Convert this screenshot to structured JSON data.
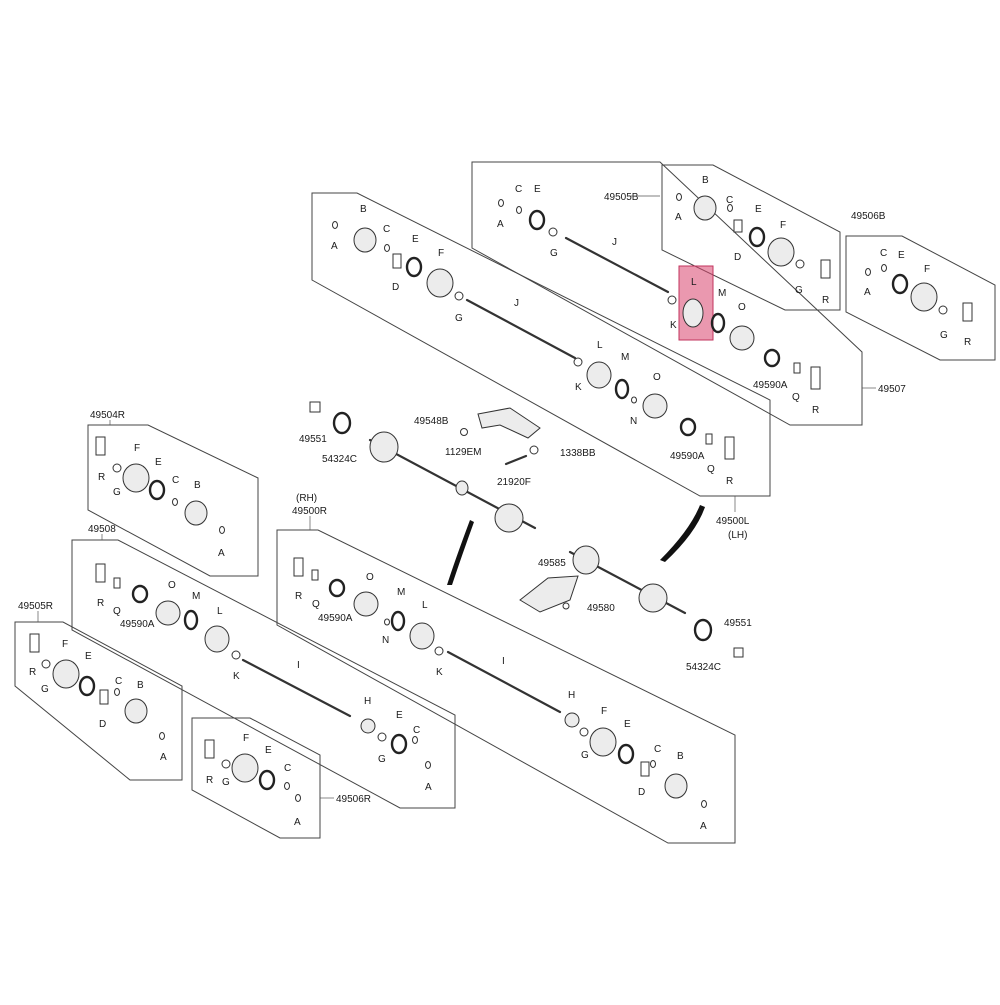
{
  "diagram": {
    "highlight": {
      "label": "L",
      "color": "#d9436e"
    },
    "assembly_labels": {
      "a49505B": "49505B",
      "a49506B": "49506B",
      "a49507": "49507",
      "a49500L": "49500L",
      "lh": "(LH)",
      "a49504R": "49504R",
      "a49508": "49508",
      "rh": "(RH)",
      "a49500R": "49500R",
      "a49505R": "49505R",
      "a49506R": "49506R"
    },
    "part_numbers": {
      "p49551_top": "49551",
      "p54324C_top": "54324C",
      "p49548B": "49548B",
      "p1129EM": "1129EM",
      "p1338BB": "1338BB",
      "p21920F": "21920F",
      "p49585": "49585",
      "p49580": "49580",
      "p49551_bot": "49551",
      "p54324C_bot": "54324C",
      "p49590A_1": "49590A",
      "p49590A_2": "49590A",
      "p49590A_3": "49590A",
      "p49590A_4": "49590A"
    },
    "letters": {
      "A": "A",
      "B": "B",
      "C": "C",
      "D": "D",
      "E": "E",
      "F": "F",
      "G": "G",
      "H": "H",
      "I": "I",
      "J": "J",
      "K": "K",
      "L": "L",
      "M": "M",
      "N": "N",
      "O": "O",
      "Q": "Q",
      "R": "R"
    }
  }
}
